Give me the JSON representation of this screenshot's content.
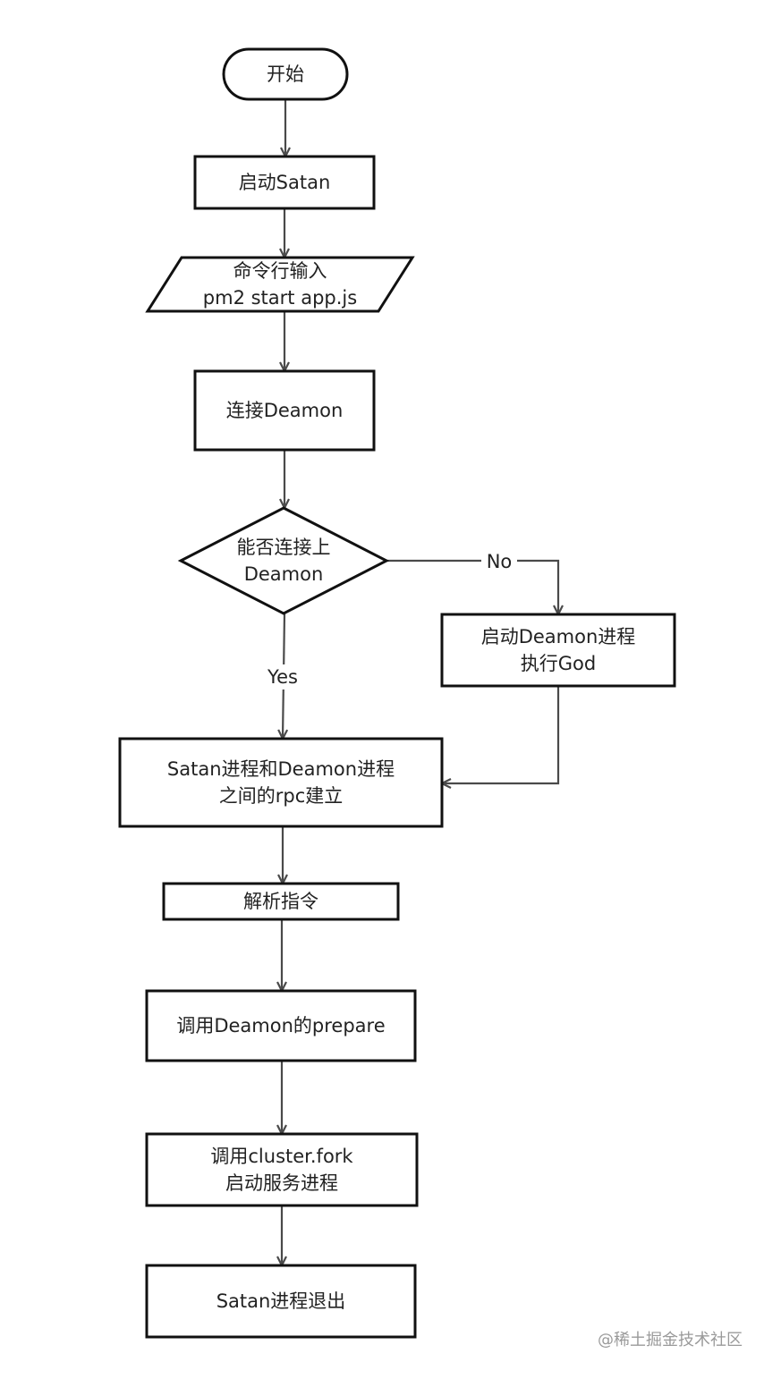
{
  "colors": {
    "background": "#ffffff",
    "stroke": "#111111",
    "edge": "#4a4a4a",
    "text": "#222222",
    "watermark": "#9a9a9a"
  },
  "nodes": [
    {
      "id": "start",
      "shape": "terminal",
      "lines": [
        "开始"
      ]
    },
    {
      "id": "launch-satan",
      "shape": "process",
      "lines": [
        "启动Satan"
      ]
    },
    {
      "id": "cli-input",
      "shape": "io",
      "lines": [
        "命令行输入",
        "pm2 start app.js"
      ]
    },
    {
      "id": "connect-daemon",
      "shape": "process",
      "lines": [
        "连接Deamon"
      ]
    },
    {
      "id": "can-connect",
      "shape": "decision",
      "lines": [
        "能否连接上",
        "Deamon"
      ]
    },
    {
      "id": "start-daemon",
      "shape": "process",
      "lines": [
        "启动Deamon进程",
        "执行God"
      ]
    },
    {
      "id": "rpc-setup",
      "shape": "process",
      "lines": [
        "Satan进程和Deamon进程",
        "之间的rpc建立"
      ]
    },
    {
      "id": "parse-command",
      "shape": "process",
      "lines": [
        "解析指令"
      ]
    },
    {
      "id": "call-prepare",
      "shape": "process",
      "lines": [
        "调用Deamon的prepare"
      ]
    },
    {
      "id": "cluster-fork",
      "shape": "process",
      "lines": [
        "调用cluster.fork",
        "启动服务进程"
      ]
    },
    {
      "id": "satan-exit",
      "shape": "process",
      "lines": [
        "Satan进程退出"
      ]
    }
  ],
  "edges": [
    {
      "from": "start",
      "to": "launch-satan",
      "label": ""
    },
    {
      "from": "launch-satan",
      "to": "cli-input",
      "label": ""
    },
    {
      "from": "cli-input",
      "to": "connect-daemon",
      "label": ""
    },
    {
      "from": "connect-daemon",
      "to": "can-connect",
      "label": ""
    },
    {
      "from": "can-connect",
      "to": "start-daemon",
      "label": "No"
    },
    {
      "from": "can-connect",
      "to": "rpc-setup",
      "label": "Yes"
    },
    {
      "from": "start-daemon",
      "to": "rpc-setup",
      "label": ""
    },
    {
      "from": "rpc-setup",
      "to": "parse-command",
      "label": ""
    },
    {
      "from": "parse-command",
      "to": "call-prepare",
      "label": ""
    },
    {
      "from": "call-prepare",
      "to": "cluster-fork",
      "label": ""
    },
    {
      "from": "cluster-fork",
      "to": "satan-exit",
      "label": ""
    }
  ],
  "watermark": "@稀土掘金技术社区"
}
